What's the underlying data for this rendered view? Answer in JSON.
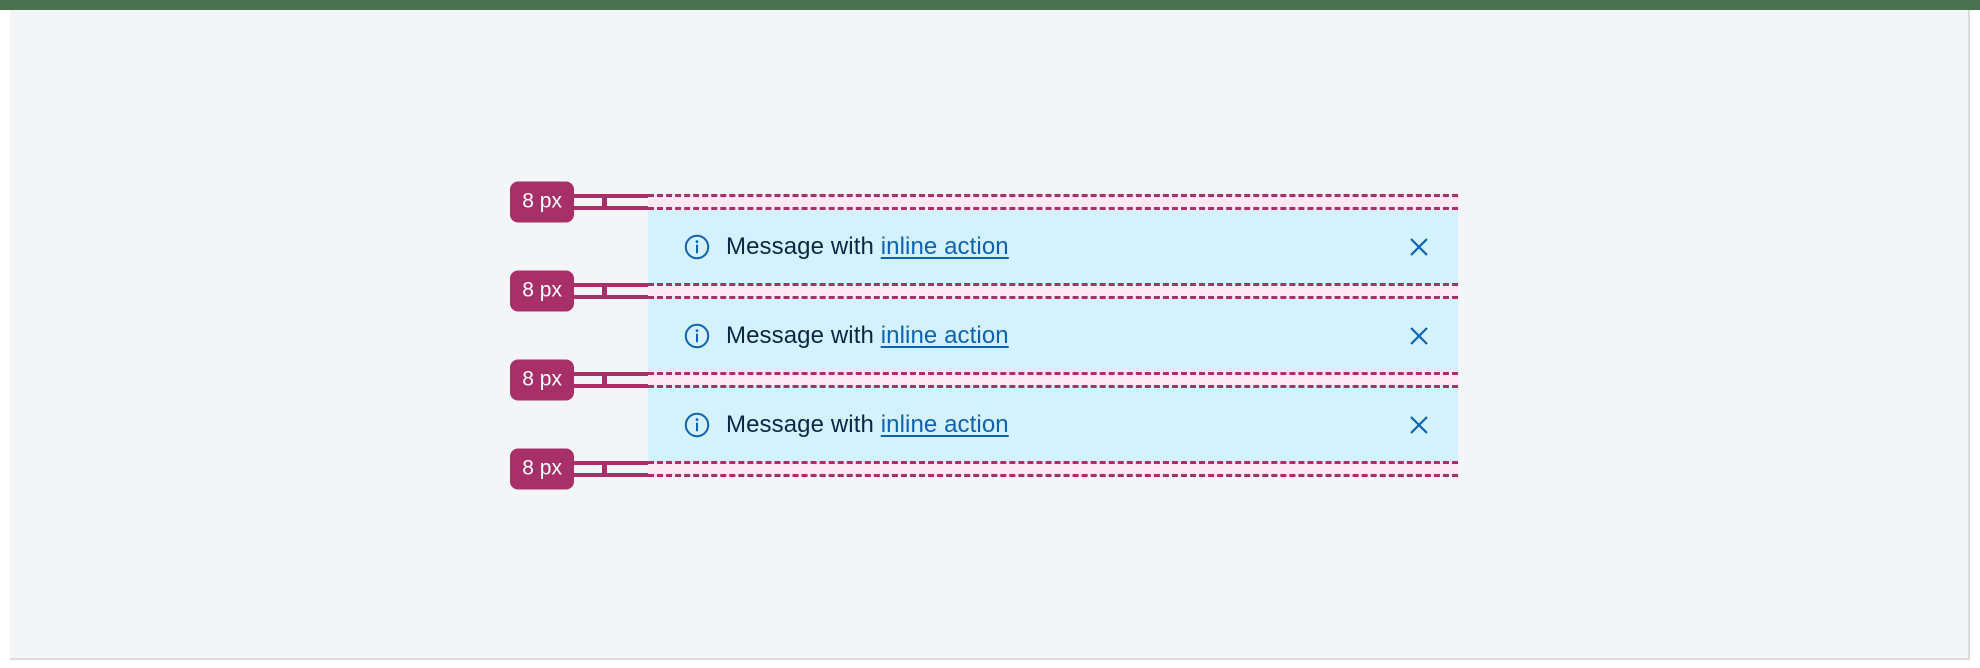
{
  "window": {
    "accent_bar_color": "#4a7250",
    "canvas_background": "#f4f5f7"
  },
  "spec": {
    "annotation_color": "#a83069",
    "gap_band_fill": "#fde8f4",
    "message_background": "#d3f2fd",
    "text_color": "#0b2545",
    "link_color": "#0f62b0",
    "spacings": [
      {
        "label": "8 px"
      },
      {
        "label": "8 px"
      },
      {
        "label": "8 px"
      },
      {
        "label": "8 px"
      }
    ],
    "messages": [
      {
        "icon": "info-circle-icon",
        "text": "Message with ",
        "link_label": "inline action",
        "close_label": "close-icon"
      },
      {
        "icon": "info-circle-icon",
        "text": "Message with ",
        "link_label": "inline action",
        "close_label": "close-icon"
      },
      {
        "icon": "info-circle-icon",
        "text": "Message with ",
        "link_label": "inline action",
        "close_label": "close-icon"
      }
    ]
  }
}
